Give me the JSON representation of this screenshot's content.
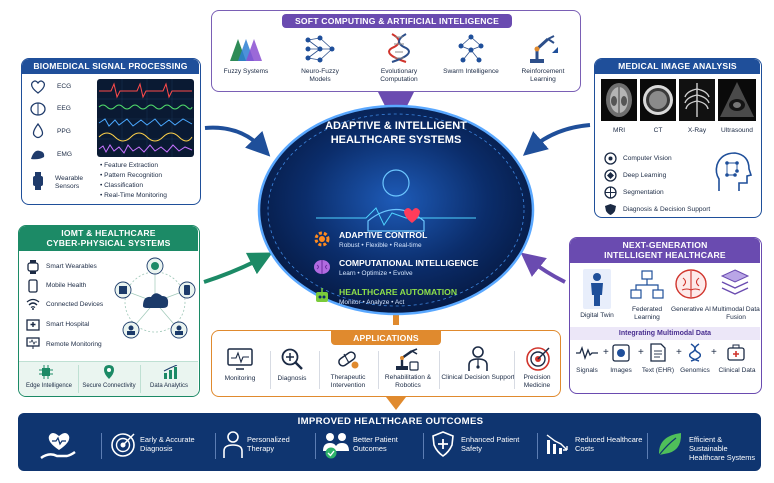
{
  "soft": {
    "title": "SOFT COMPUTING & ARTIFICIAL INTELIGENCE",
    "items": [
      "Fuzzy Systems",
      "Neuro-Fuzzy Models",
      "Evolutionary Computation",
      "Swarm Intelligence",
      "Reinforcement Learning"
    ]
  },
  "signal": {
    "title": "BIOMEDICAL SIGNAL PROCESSING",
    "items": [
      "ECG",
      "EEG",
      "PPG",
      "EMG",
      "Wearable Sensors"
    ],
    "bullets": [
      "Feature Extraction",
      "Pattern Recognition",
      "Classification",
      "Real-Time Monitoring"
    ]
  },
  "iomt": {
    "title_line1": "IOMT & HEALTHCARE",
    "title_line2": "CYBER-PHYSICAL SYSTEMS",
    "items": [
      "Smart Wearables",
      "Mobile Health",
      "Connected Devices",
      "Smart Hospital",
      "Remote Monitoring"
    ],
    "footer": [
      "Edge Intelligence",
      "Secure Connectivity",
      "Data Analytics"
    ]
  },
  "med": {
    "title": "MEDICAL IMAGE ANALYSIS",
    "images": [
      "MRI",
      "CT",
      "X-Ray",
      "Ultrasound"
    ],
    "items": [
      "Computer Vision",
      "Deep Learning",
      "Segmentation",
      "Diagnosis & Decision Support"
    ]
  },
  "hub": {
    "title_line1": "ADAPTIVE & INTELLIGENT",
    "title_line2": "HEALTHCARE SYSTEMS",
    "rows": [
      {
        "title": "ADAPTIVE CONTROL",
        "sub": "Robust • Flexible • Real-time"
      },
      {
        "title": "COMPUTATIONAL INTELLIGENCE",
        "sub": "Learn • Optimize • Evolve"
      },
      {
        "title": "HEALTHCARE AUTOMATION",
        "sub": "Monitor • Analyze • Act"
      }
    ]
  },
  "next": {
    "title_line1": "NEXT-GENERATION",
    "title_line2": "INTELLIGENT HEALTHCARE",
    "items": [
      "Digital Twin",
      "Federated Learning",
      "Generative AI",
      "Multimodal Data Fusion"
    ],
    "subtitle": "Integrating Multimodal Data",
    "data": [
      "Signals",
      "Images",
      "Text (EHR)",
      "Genomics",
      "Clinical Data"
    ]
  },
  "apps": {
    "title": "APPLICATIONS",
    "items": [
      "Monitoring",
      "Diagnosis",
      "Therapeutic Intervention",
      "Rehabilitation & Robotics",
      "Clinical Decision Support",
      "Precision Medicine"
    ]
  },
  "outcomes": {
    "title": "IMPROVED HEALTHCARE OUTCOMES",
    "items": [
      "Early & Accurate Diagnosis",
      "Personalized Therapy",
      "Better Patient Outcomes",
      "Enhanced Patient Safety",
      "Reduced Healthcare Costs",
      "Efficient & Sustainable Healthcare Systems"
    ]
  },
  "colors": {
    "navy": "#0f3570",
    "purple": "#6a4bb0",
    "green": "#1c8a66",
    "orange": "#e08a2e",
    "blue": "#1f4f9a"
  },
  "icons": [
    "fuzzy-icon",
    "network-icon",
    "dna-icon",
    "swarm-icon",
    "robot-arm-icon",
    "heart-pulse-icon",
    "brain-icon",
    "lungs-icon",
    "muscle-icon",
    "watch-icon",
    "gear-icon",
    "robot-icon"
  ]
}
